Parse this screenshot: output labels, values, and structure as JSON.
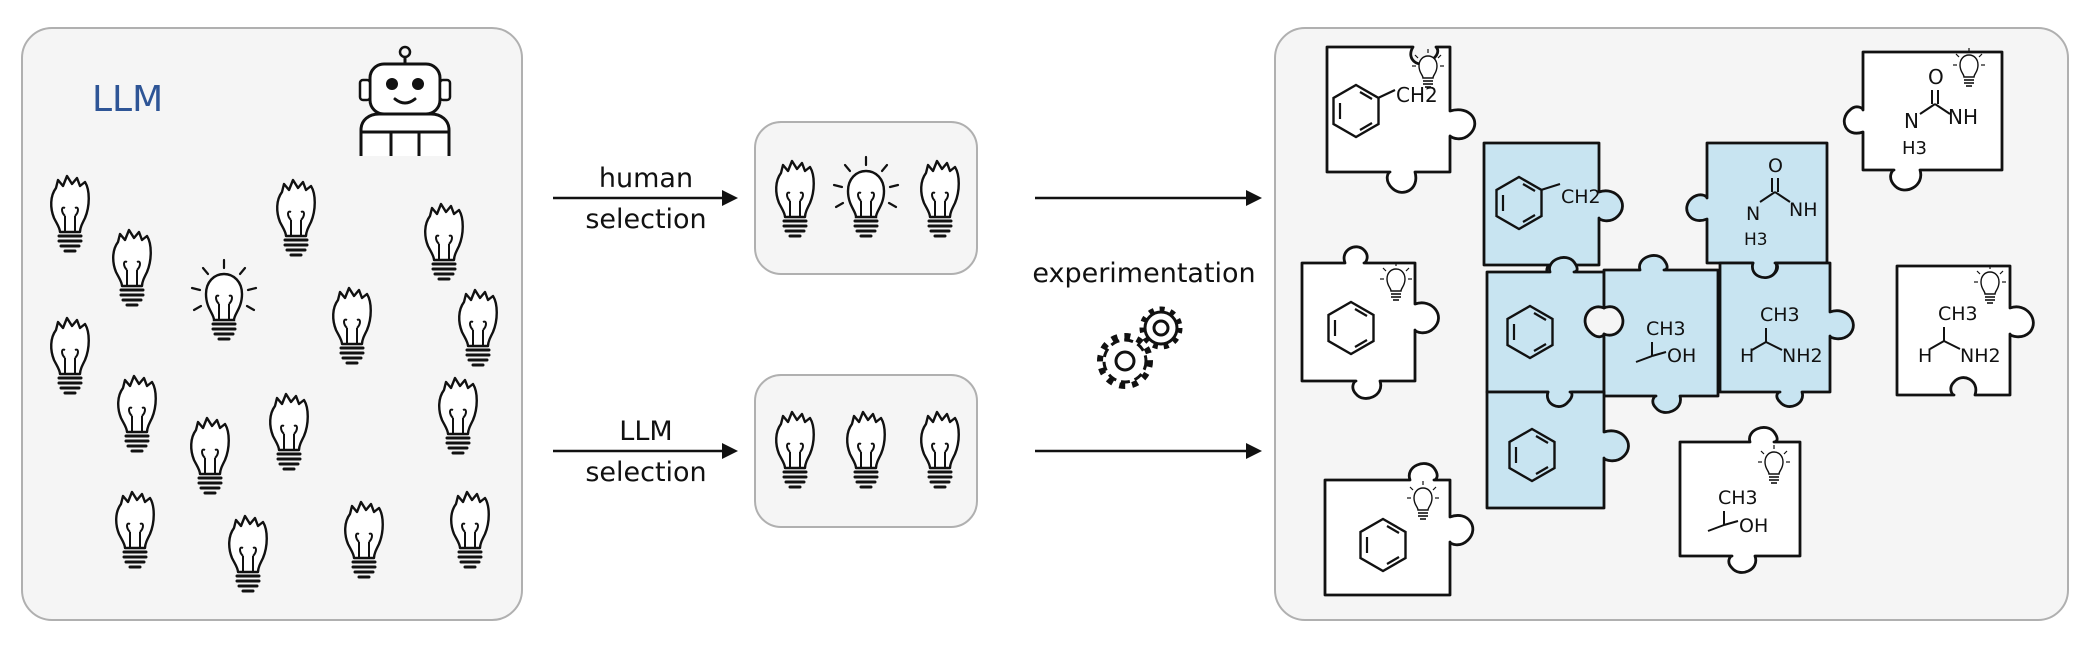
{
  "left_panel": {
    "title": "LLM",
    "icons": [
      "robot-icon",
      "broken-lightbulb-icon",
      "lit-lightbulb-icon"
    ]
  },
  "flows": {
    "top_label": [
      "human",
      "selection"
    ],
    "bottom_label": [
      "LLM",
      "selection"
    ],
    "experiment_label": "experimentation",
    "experiment_icon": "gears-icon"
  },
  "molecules": {
    "ch2": "CH2",
    "nh": "NH",
    "nh2": "NH2",
    "n": "N",
    "o": "O",
    "h3": "H3",
    "ch3": "CH3",
    "oh": "OH",
    "h": "H"
  },
  "colors": {
    "panel_bg": "#f5f5f5",
    "panel_border": "#b0b0b0",
    "llm_text": "#2e5596",
    "piece_highlight": "#c8e4f1",
    "piece_plain": "#ffffff",
    "ink": "#111111"
  }
}
